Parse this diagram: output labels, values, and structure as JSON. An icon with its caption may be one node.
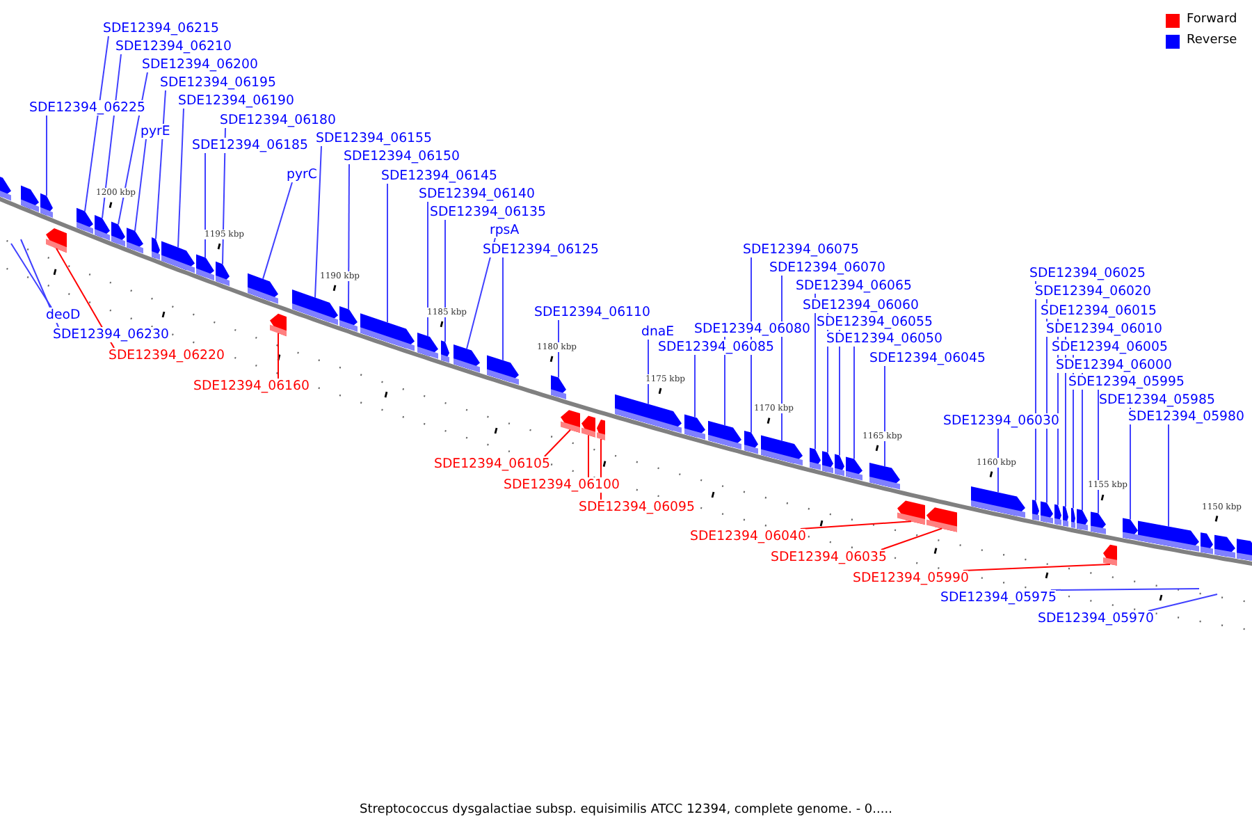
{
  "diagram": {
    "caption": "Streptococcus dysgalactiae subsp. equisimilis ATCC 12394, complete genome. - 0.....",
    "nodes": [
      {
        "text": [],
        "shape": "arrow"
      },
      {
        "text": [],
        "shape": "arrow"
      },
      {
        "text": [],
        "shape": "arrow"
      },
      {
        "text": [],
        "shape": "arrow"
      },
      {
        "text": [],
        "shape": "arrow"
      },
      {
        "text": [],
        "shape": "arrow"
      },
      {
        "text": [],
        "shape": "arrow"
      },
      {
        "text": [],
        "shape": "arrow"
      },
      {
        "text": [],
        "shape": "arrow"
      },
      {
        "text": [],
        "shape": "arrow"
      },
      {
        "text": [],
        "shape": "arrow"
      },
      {
        "text": [],
        "shape": "arrow"
      },
      {
        "text": [],
        "shape": "arrow"
      },
      {
        "text": [],
        "shape": "arrow"
      },
      {
        "text": [],
        "shape": "arrow"
      },
      {
        "text": [],
        "shape": "arrow"
      },
      {
        "text": [],
        "shape": "arrow"
      },
      {
        "text": [],
        "shape": "arrow"
      },
      {
        "text": [],
        "shape": "arrow"
      },
      {
        "text": [],
        "shape": "arrow"
      },
      {
        "text": [],
        "shape": "arrow"
      },
      {
        "text": [],
        "shape": "arrow"
      },
      {
        "text": [],
        "shape": "arrow"
      },
      {
        "text": [],
        "shape": "arrow"
      },
      {
        "text": [],
        "shape": "arrow"
      },
      {
        "text": [],
        "shape": "arrow"
      },
      {
        "text": [],
        "shape": "arrow"
      },
      {
        "text": [],
        "shape": "arrow"
      },
      {
        "text": [],
        "shape": "arrow"
      },
      {
        "text": [],
        "shape": "arrow"
      },
      {
        "text": [],
        "shape": "arrow"
      },
      {
        "text": [],
        "shape": "arrow"
      },
      {
        "text": [],
        "shape": "arrow"
      },
      {
        "text": [],
        "shape": "arrow"
      },
      {
        "text": [],
        "shape": "arrow"
      },
      {
        "text": [],
        "shape": "arrow"
      },
      {
        "text": [],
        "shape": "arrow"
      },
      {
        "text": [],
        "shape": "arrow"
      },
      {
        "text": [],
        "shape": "arrow"
      },
      {
        "text": [],
        "shape": "arrow"
      },
      {
        "text": [],
        "shape": "arrow"
      },
      {
        "text": [],
        "shape": "arrow"
      },
      {
        "text": [],
        "shape": "arrow"
      },
      {
        "text": [],
        "shape": "arrow"
      },
      {
        "text": [],
        "shape": "arrow"
      },
      {
        "text": [],
        "shape": "arrow"
      },
      {
        "text": [],
        "shape": "arrow"
      },
      {
        "text": [],
        "shape": "arrow"
      },
      {
        "text": [],
        "shape": "arrow"
      },
      {
        "text": [],
        "shape": "arrow"
      },
      {
        "text": [],
        "shape": "arrow"
      },
      {
        "text": [
          "SDE12394_06215"
        ]
      },
      {
        "text": [
          "SDE12394_06210"
        ]
      },
      {
        "text": [
          "SDE12394_06200"
        ]
      },
      {
        "text": [
          "SDE12394_06195"
        ]
      },
      {
        "text": [
          "SDE12394_06190"
        ]
      },
      {
        "text": [
          "SDE12394_06225"
        ]
      },
      {
        "text": [
          "SDE12394_06180"
        ]
      },
      {
        "text": [
          "pyrE"
        ]
      },
      {
        "text": [
          "SDE12394_06185"
        ]
      },
      {
        "text": [
          "SDE12394_06155"
        ]
      },
      {
        "text": [
          "SDE12394_06150"
        ]
      },
      {
        "text": [
          "pyrC"
        ]
      },
      {
        "text": [
          "SDE12394_06145"
        ]
      },
      {
        "text": [
          "SDE12394_06140"
        ]
      },
      {
        "text": [
          "SDE12394_06135"
        ]
      },
      {
        "text": [
          "rpsA"
        ]
      },
      {
        "text": [
          "SDE12394_06125"
        ]
      },
      {
        "text": [
          "SDE12394_06075"
        ]
      },
      {
        "text": [
          "SDE12394_06070"
        ]
      },
      {
        "text": [
          "SDE12394_06025"
        ]
      },
      {
        "text": [
          "SDE12394_06065"
        ]
      },
      {
        "text": [
          "SDE12394_06020"
        ]
      },
      {
        "text": [
          "SDE12394_06060"
        ]
      },
      {
        "text": [
          "SDE12394_06015"
        ]
      },
      {
        "text": [
          "SDE12394_06110"
        ]
      },
      {
        "text": [
          "deoD"
        ]
      },
      {
        "text": [
          "SDE12394_06055"
        ]
      },
      {
        "text": [
          "SDE12394_06080"
        ]
      },
      {
        "text": [
          "SDE12394_06010"
        ]
      },
      {
        "text": [
          "dnaE"
        ]
      },
      {
        "text": [
          "SDE12394_06230"
        ]
      },
      {
        "text": [
          "SDE12394_06050"
        ]
      },
      {
        "text": [
          "SDE12394_06085"
        ]
      },
      {
        "text": [
          "SDE12394_06005"
        ]
      },
      {
        "text": [
          "SDE12394_06220"
        ]
      },
      {
        "text": [
          "SDE12394_06045"
        ]
      },
      {
        "text": [
          "SDE12394_06000"
        ]
      },
      {
        "text": [
          "SDE12394_05995"
        ]
      },
      {
        "text": [
          "SDE12394_06160"
        ]
      },
      {
        "text": [
          "SDE12394_05985"
        ]
      },
      {
        "text": [
          "SDE12394_05980"
        ]
      },
      {
        "text": [
          "SDE12394_06030"
        ]
      },
      {
        "text": [
          "SDE12394_06105"
        ]
      },
      {
        "text": [
          "SDE12394_06100"
        ]
      },
      {
        "text": [
          "SDE12394_06095"
        ]
      },
      {
        "text": [
          "SDE12394_06040"
        ]
      },
      {
        "text": [
          "SDE12394_06035"
        ]
      },
      {
        "text": [
          "SDE12394_05990"
        ]
      },
      {
        "text": [
          "SDE12394_05975"
        ]
      },
      {
        "text": [
          "SDE12394_05970"
        ]
      }
    ],
    "edges": [
      {
        "from": 51,
        "to": 4,
        "arrow": "none"
      },
      {
        "from": 52,
        "to": 5,
        "arrow": "none"
      },
      {
        "from": 53,
        "to": 6,
        "arrow": "none"
      },
      {
        "from": 54,
        "to": 8,
        "arrow": "none"
      },
      {
        "from": 55,
        "to": 9,
        "arrow": "none"
      },
      {
        "from": 56,
        "to": 2,
        "arrow": "none"
      },
      {
        "from": 57,
        "to": 11,
        "arrow": "none"
      },
      {
        "from": 58,
        "to": 7,
        "arrow": "none"
      },
      {
        "from": 59,
        "to": 10,
        "arrow": "none"
      },
      {
        "from": 60,
        "to": 14,
        "arrow": "none"
      },
      {
        "from": 61,
        "to": 15,
        "arrow": "none"
      },
      {
        "from": 62,
        "to": 12,
        "arrow": "none"
      },
      {
        "from": 63,
        "to": 16,
        "arrow": "none"
      },
      {
        "from": 64,
        "to": 17,
        "arrow": "none"
      },
      {
        "from": 65,
        "to": 18,
        "arrow": "none"
      },
      {
        "from": 66,
        "to": 19,
        "arrow": "none"
      },
      {
        "from": 67,
        "to": 20,
        "arrow": "none"
      },
      {
        "from": 68,
        "to": 28,
        "arrow": "none"
      },
      {
        "from": 69,
        "to": 29,
        "arrow": "none"
      },
      {
        "from": 70,
        "to": 38,
        "arrow": "none"
      },
      {
        "from": 71,
        "to": 30,
        "arrow": "none"
      },
      {
        "from": 72,
        "to": 39,
        "arrow": "none"
      },
      {
        "from": 73,
        "to": 31,
        "arrow": "none"
      },
      {
        "from": 74,
        "to": 40,
        "arrow": "none"
      },
      {
        "from": 75,
        "to": 21,
        "arrow": "none"
      },
      {
        "from": 76,
        "to": null,
        "arrow": "none"
      },
      {
        "from": 77,
        "to": 32,
        "arrow": "none"
      },
      {
        "from": 78,
        "to": 27,
        "arrow": "none"
      },
      {
        "from": 79,
        "to": 41,
        "arrow": "none"
      },
      {
        "from": 80,
        "to": 25,
        "arrow": "none"
      },
      {
        "from": 81,
        "to": null,
        "arrow": "none"
      },
      {
        "from": 82,
        "to": 33,
        "arrow": "none"
      },
      {
        "from": 83,
        "to": 26,
        "arrow": "none"
      },
      {
        "from": 84,
        "to": 42,
        "arrow": "none"
      },
      {
        "from": 85,
        "to": 3,
        "arrow": "none",
        "color": "#ff0000"
      },
      {
        "from": 86,
        "to": 34,
        "arrow": "none"
      },
      {
        "from": 87,
        "to": 43,
        "arrow": "none"
      },
      {
        "from": 88,
        "to": 44,
        "arrow": "none"
      },
      {
        "from": 89,
        "to": 13,
        "arrow": "none",
        "color": "#ff0000"
      },
      {
        "from": 90,
        "to": 46,
        "arrow": "none"
      },
      {
        "from": 91,
        "to": 47,
        "arrow": "none"
      },
      {
        "from": 92,
        "to": 37,
        "arrow": "none"
      },
      {
        "from": 93,
        "to": 22,
        "arrow": "none",
        "color": "#ff0000"
      },
      {
        "from": 94,
        "to": 23,
        "arrow": "none",
        "color": "#ff0000"
      },
      {
        "from": 95,
        "to": 24,
        "arrow": "none",
        "color": "#ff0000"
      },
      {
        "from": 96,
        "to": 35,
        "arrow": "none",
        "color": "#ff0000"
      },
      {
        "from": 97,
        "to": 36,
        "arrow": "none",
        "color": "#ff0000"
      },
      {
        "from": 98,
        "to": 45,
        "arrow": "none",
        "color": "#ff0000"
      },
      {
        "from": 99,
        "to": null,
        "arrow": "none"
      },
      {
        "from": 100,
        "to": null,
        "arrow": "none"
      }
    ],
    "labels": [
      "1200 kbp",
      "1195 kbp",
      "1190 kbp",
      "1185 kbp",
      "1180 kbp",
      "1175 kbp",
      "1170 kbp",
      "1165 kbp",
      "1160 kbp",
      "1155 kbp",
      "1150 kbp"
    ],
    "legend": [
      {
        "text": "Forward",
        "color": "#ff0000"
      },
      {
        "text": "Reverse",
        "color": "#0000ff"
      }
    ]
  }
}
